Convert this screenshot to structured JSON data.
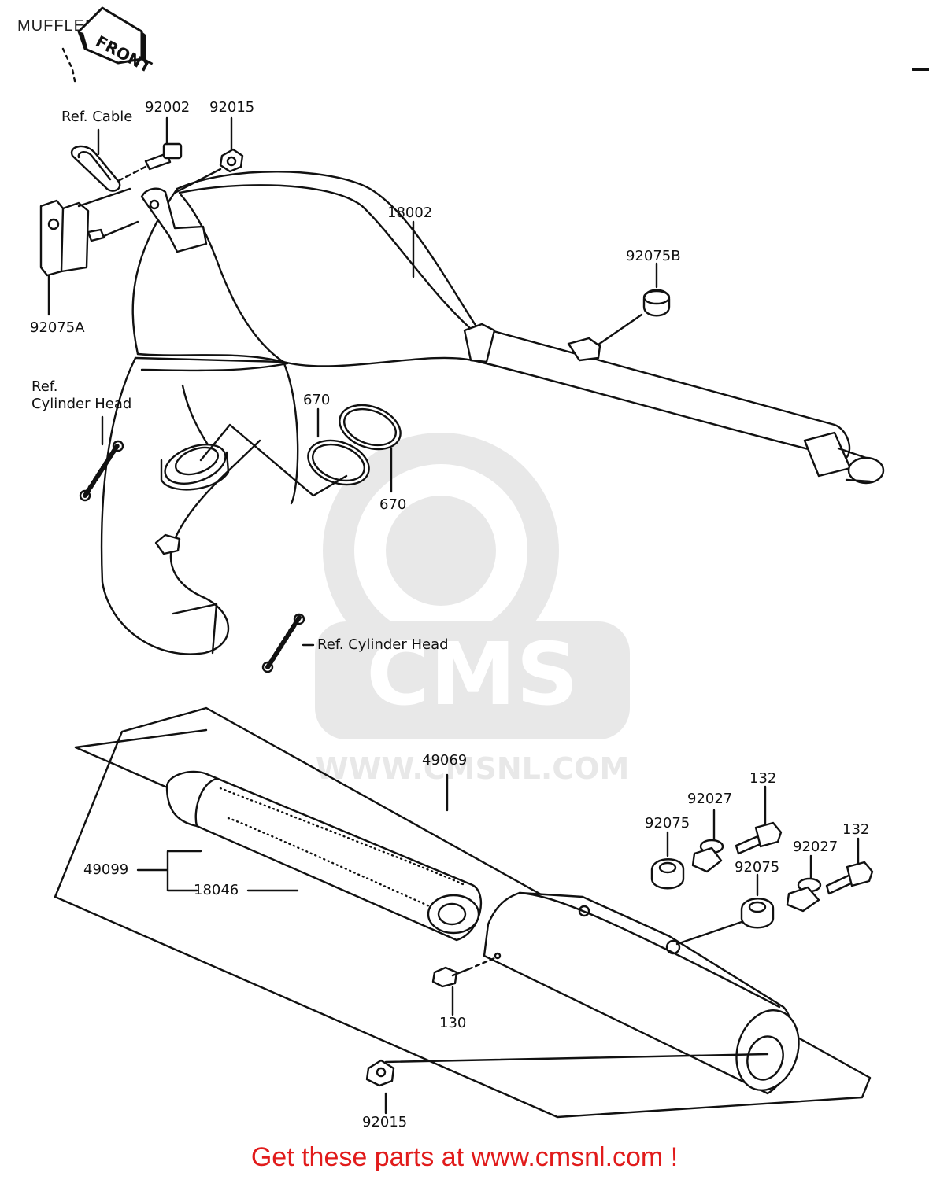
{
  "page": {
    "title": "MUFFLER",
    "front_arrow": "FRONT",
    "footer": "Get these parts at www.cmsnl.com !",
    "watermark_brand": "CMS",
    "watermark_url": "WWW.CMSNL.COM"
  },
  "parts": {
    "ref_cable": "Ref. Cable",
    "p92002": "92002",
    "p92015_top": "92015",
    "p18002": "18002",
    "p92075b": "92075B",
    "p92075a": "92075A",
    "ref_cyl_head_1a": "Ref.",
    "ref_cyl_head_1b": "Cylinder Head",
    "p670_a": "670",
    "p670_b": "670",
    "ref_cyl_head_2": "Ref. Cylinder Head",
    "p49069": "49069",
    "p132_a": "132",
    "p92027_a": "92027",
    "p92075_a": "92075",
    "p132_b": "132",
    "p92027_b": "92027",
    "p92075_b": "92075",
    "p49099": "49099",
    "p18046": "18046",
    "p130": "130",
    "p92015_bottom": "92015"
  },
  "colors": {
    "line": "#111111",
    "footer": "#e11b1b",
    "watermark": "#888888"
  }
}
